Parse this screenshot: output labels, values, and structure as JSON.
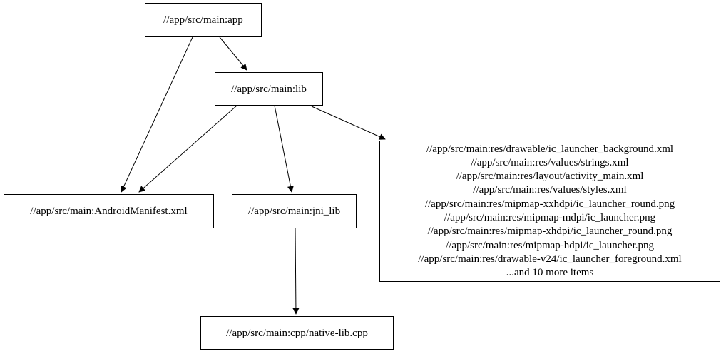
{
  "diagram": {
    "type": "dependency-graph",
    "background_color": "#ffffff",
    "node_border_color": "#000000",
    "node_fill_color": "#ffffff",
    "edge_color": "#000000",
    "text_color": "#000000",
    "nodes": {
      "app": {
        "label": "//app/src/main:app"
      },
      "lib": {
        "label": "//app/src/main:lib"
      },
      "manifest": {
        "label": "//app/src/main:AndroidManifest.xml"
      },
      "jni_lib": {
        "label": "//app/src/main:jni_lib"
      },
      "native_lib": {
        "label": "//app/src/main:cpp/native-lib.cpp"
      },
      "resources": {
        "lines": [
          "//app/src/main:res/drawable/ic_launcher_background.xml",
          "//app/src/main:res/values/strings.xml",
          "//app/src/main:res/layout/activity_main.xml",
          "//app/src/main:res/values/styles.xml",
          "//app/src/main:res/mipmap-xxhdpi/ic_launcher_round.png",
          "//app/src/main:res/mipmap-mdpi/ic_launcher.png",
          "//app/src/main:res/mipmap-xhdpi/ic_launcher_round.png",
          "//app/src/main:res/mipmap-hdpi/ic_launcher.png",
          "//app/src/main:res/drawable-v24/ic_launcher_foreground.xml",
          "...and 10 more items"
        ]
      }
    },
    "edges": [
      {
        "from": "app",
        "to": "lib"
      },
      {
        "from": "app",
        "to": "manifest"
      },
      {
        "from": "lib",
        "to": "manifest"
      },
      {
        "from": "lib",
        "to": "jni_lib"
      },
      {
        "from": "lib",
        "to": "resources"
      },
      {
        "from": "jni_lib",
        "to": "native_lib"
      }
    ]
  }
}
